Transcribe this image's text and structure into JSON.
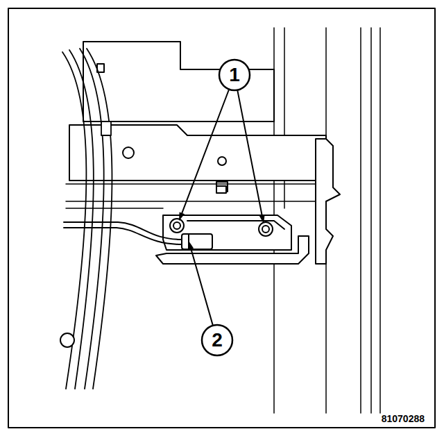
{
  "diagram": {
    "labels": [
      "1",
      "2",
      "81070288"
    ]
  }
}
